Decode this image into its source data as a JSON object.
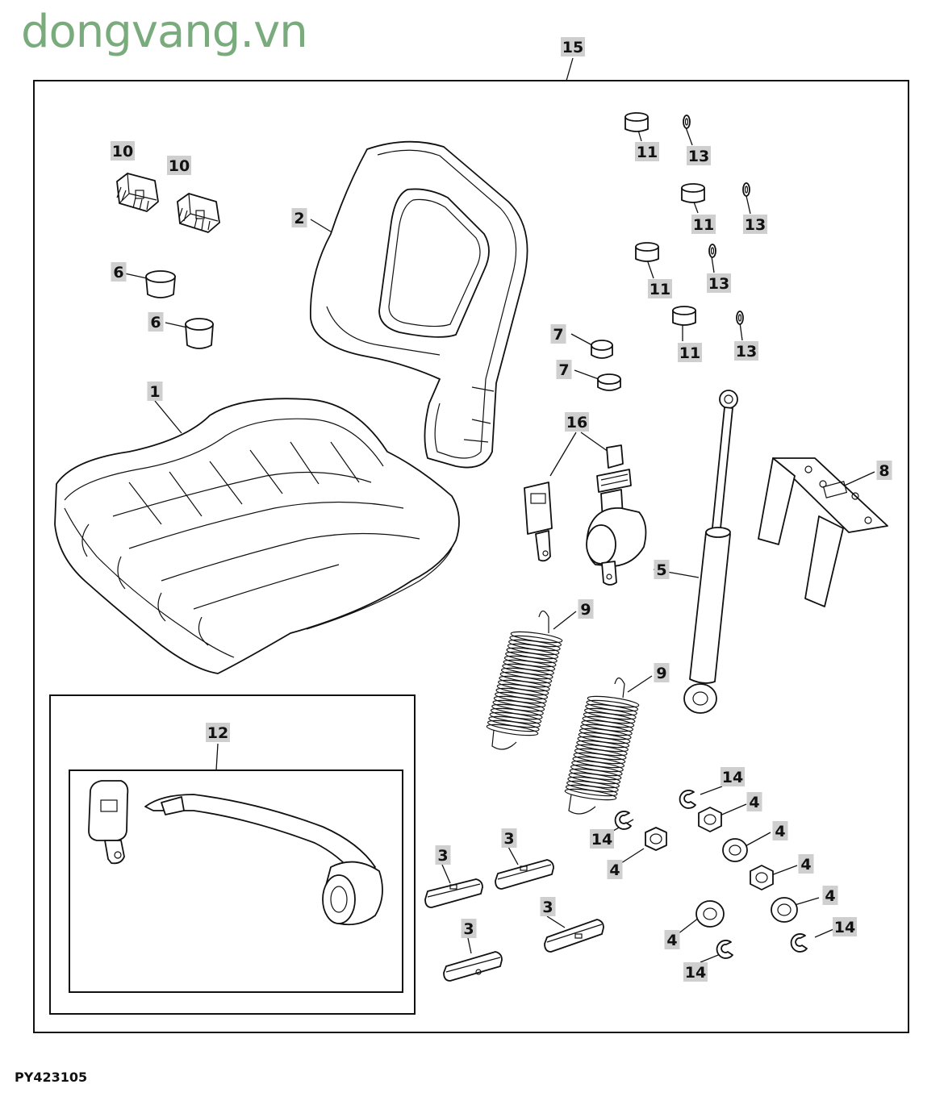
{
  "watermark": "dongvang.vn",
  "figure_code": "PY423105",
  "callouts": {
    "c1": "1",
    "c2": "2",
    "c3a": "3",
    "c3b": "3",
    "c3c": "3",
    "c3d": "3",
    "c4a": "4",
    "c4b": "4",
    "c4c": "4",
    "c4d": "4",
    "c4e": "4",
    "c4f": "4",
    "c5": "5",
    "c6a": "6",
    "c6b": "6",
    "c7a": "7",
    "c7b": "7",
    "c8": "8",
    "c9a": "9",
    "c9b": "9",
    "c10a": "10",
    "c10b": "10",
    "c11a": "11",
    "c11b": "11",
    "c11c": "11",
    "c11d": "11",
    "c12": "12",
    "c13a": "13",
    "c13b": "13",
    "c13c": "13",
    "c13d": "13",
    "c14a": "14",
    "c14b": "14",
    "c14c": "14",
    "c14d": "14",
    "c15": "15",
    "c16": "16"
  }
}
